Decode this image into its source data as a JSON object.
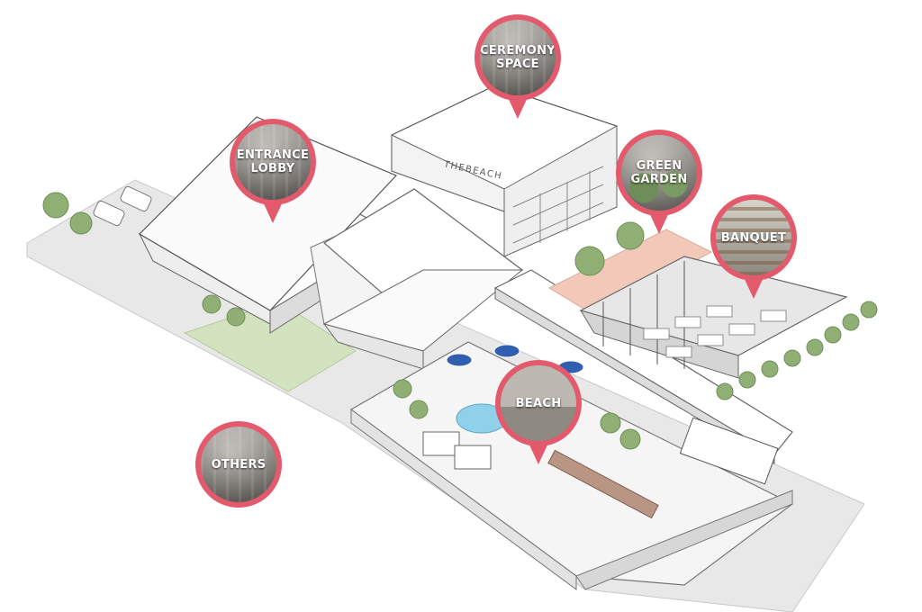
{
  "map": {
    "building_sign": "THEBEACH"
  },
  "markers": [
    {
      "id": "ceremony-space",
      "label": "CEREMONY\nSPACE",
      "photo": "plain",
      "pointer": true
    },
    {
      "id": "entrance-lobby",
      "label": "ENTRANCE\nLOBBY",
      "photo": "plain",
      "pointer": true
    },
    {
      "id": "green-garden",
      "label": "GREEN\nGARDEN",
      "photo": "green",
      "pointer": true
    },
    {
      "id": "banquet",
      "label": "BANQUET",
      "photo": "banquet",
      "pointer": true
    },
    {
      "id": "beach",
      "label": "BEACH",
      "photo": "beach",
      "pointer": true
    },
    {
      "id": "others",
      "label": "OTHERS",
      "photo": "plain",
      "pointer": false
    }
  ],
  "colors": {
    "marker": "#e35a6c",
    "lawn": "#d4e3bf",
    "ground": "#e8e8e8",
    "roof": "#ffffff",
    "garden_floor": "#f2c9b8",
    "pool": "#8fd1ea",
    "tree": "#8faf74",
    "parasol": "#2f5fae"
  }
}
